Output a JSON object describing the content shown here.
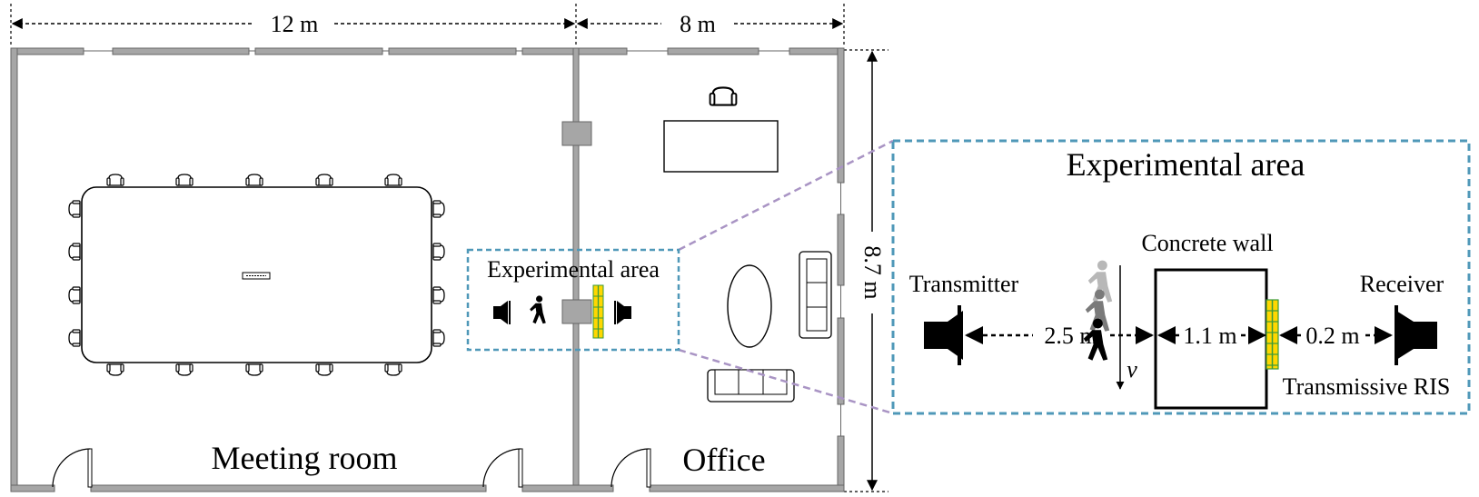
{
  "floorplan": {
    "dimensions": {
      "meeting_width": "12 m",
      "office_width": "8 m",
      "height": "8.7 m"
    },
    "rooms": {
      "meeting_room": "Meeting room",
      "office": "Office"
    },
    "small_experimental_label": "Experimental area"
  },
  "detail": {
    "title": "Experimental area",
    "concrete_wall": "Concrete wall",
    "transmitter": "Transmitter",
    "receiver": "Receiver",
    "transmissive_ris": "Transmissive RIS",
    "distances": {
      "tx_to_wall": "2.5 m",
      "wall_thickness": "1.1 m",
      "ris_to_rx": "0.2 m"
    },
    "velocity_symbol": "v"
  },
  "colors": {
    "wall_gray": "#a6a6a6",
    "dashed_box": "#4f98b8",
    "connector": "#a994c4",
    "ris_yellow": "#ffd700",
    "ris_green": "#3a9a3a"
  }
}
